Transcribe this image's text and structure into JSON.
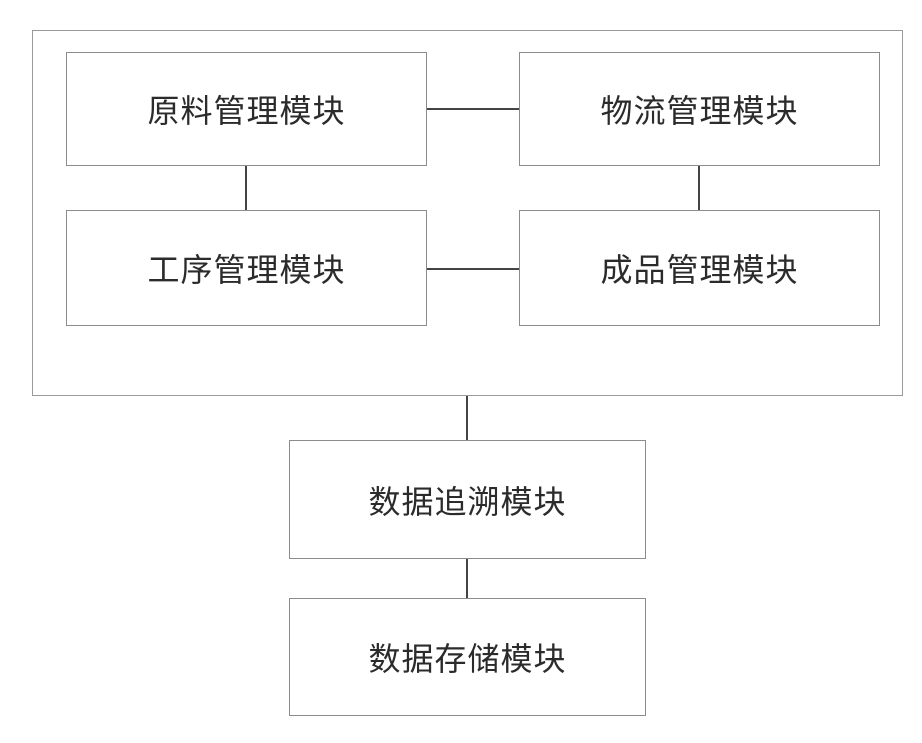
{
  "diagram": {
    "nodes": {
      "raw_material": "原料管理模块",
      "logistics": "物流管理模块",
      "process": "工序管理模块",
      "finished_product": "成品管理模块",
      "data_trace": "数据追溯模块",
      "data_storage": "数据存储模块"
    },
    "edges": [
      [
        "raw_material",
        "logistics"
      ],
      [
        "raw_material",
        "process"
      ],
      [
        "logistics",
        "finished_product"
      ],
      [
        "process",
        "finished_product"
      ],
      [
        "management-group",
        "data_trace"
      ],
      [
        "data_trace",
        "data_storage"
      ]
    ]
  }
}
